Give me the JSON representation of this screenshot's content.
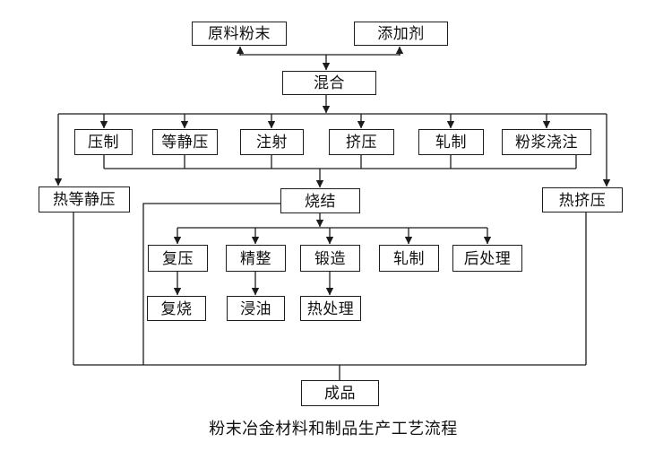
{
  "diagram": {
    "caption": "粉末冶金材料和制品生产工艺流程",
    "colors": {
      "line": "#1c1c1c",
      "box_border": "#1c1c1c",
      "text": "#111111",
      "background": "#ffffff"
    },
    "nodes": {
      "raw_powder": {
        "label": "原料粉末"
      },
      "additive": {
        "label": "添加剂"
      },
      "mixing": {
        "label": "混合"
      },
      "pressing": {
        "label": "压制"
      },
      "isostatic_pressing": {
        "label": "等静压"
      },
      "injection": {
        "label": "注射"
      },
      "extrusion": {
        "label": "挤压"
      },
      "rolling": {
        "label": "轧制"
      },
      "slurry_casting": {
        "label": "粉浆浇注"
      },
      "hot_isostatic_pressing": {
        "label": "热等静压"
      },
      "sintering": {
        "label": "烧结"
      },
      "hot_extrusion": {
        "label": "热挤压"
      },
      "repressing": {
        "label": "复压"
      },
      "sizing": {
        "label": "精整"
      },
      "forging": {
        "label": "锻造"
      },
      "rolling_2": {
        "label": "轧制"
      },
      "post_treatment": {
        "label": "后处理"
      },
      "resintering": {
        "label": "复烧"
      },
      "oil_impregnation": {
        "label": "浸油"
      },
      "heat_treatment": {
        "label": "热处理"
      },
      "finished_product": {
        "label": "成品"
      }
    },
    "edges": [
      {
        "from": "raw_powder",
        "to": "mixing"
      },
      {
        "from": "additive",
        "to": "mixing"
      },
      {
        "from": "mixing",
        "to": "pressing"
      },
      {
        "from": "mixing",
        "to": "isostatic_pressing"
      },
      {
        "from": "mixing",
        "to": "injection"
      },
      {
        "from": "mixing",
        "to": "extrusion"
      },
      {
        "from": "mixing",
        "to": "rolling"
      },
      {
        "from": "mixing",
        "to": "slurry_casting"
      },
      {
        "from": "mixing",
        "to": "hot_isostatic_pressing"
      },
      {
        "from": "mixing",
        "to": "hot_extrusion"
      },
      {
        "from": "pressing",
        "to": "sintering"
      },
      {
        "from": "isostatic_pressing",
        "to": "sintering"
      },
      {
        "from": "injection",
        "to": "sintering"
      },
      {
        "from": "extrusion",
        "to": "sintering"
      },
      {
        "from": "rolling",
        "to": "sintering"
      },
      {
        "from": "slurry_casting",
        "to": "sintering"
      },
      {
        "from": "sintering",
        "to": "repressing"
      },
      {
        "from": "sintering",
        "to": "sizing"
      },
      {
        "from": "sintering",
        "to": "forging"
      },
      {
        "from": "sintering",
        "to": "rolling_2"
      },
      {
        "from": "sintering",
        "to": "post_treatment"
      },
      {
        "from": "repressing",
        "to": "resintering"
      },
      {
        "from": "sizing",
        "to": "oil_impregnation"
      },
      {
        "from": "forging",
        "to": "heat_treatment"
      },
      {
        "from": "hot_isostatic_pressing",
        "to": "finished_product"
      },
      {
        "from": "sintering",
        "to": "finished_product"
      },
      {
        "from": "hot_extrusion",
        "to": "finished_product"
      }
    ]
  }
}
